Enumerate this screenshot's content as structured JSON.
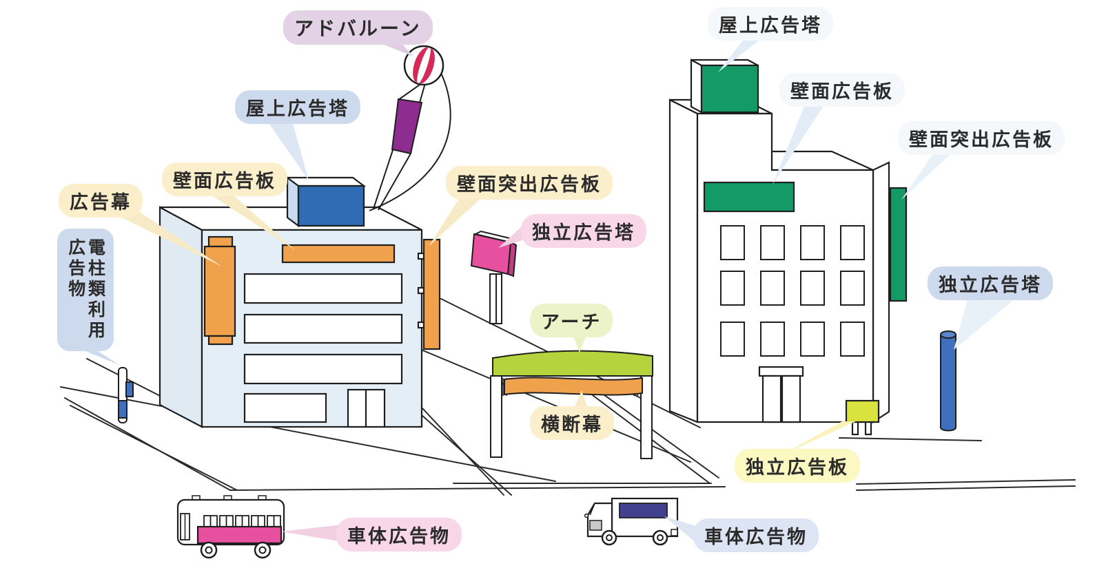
{
  "labels": {
    "ad_balloon": "アドバルーン",
    "rooftop_tower_left": "屋上広告塔",
    "wall_sign_left": "壁面広告板",
    "ad_curtain": "広告幕",
    "pole_ad_col1": "電柱類利用",
    "pole_ad_col2": "広告物",
    "projecting_sign_left": "壁面突出広告板",
    "standalone_tower_center": "独立広告塔",
    "arch": "アーチ",
    "crossing_banner": "横断幕",
    "vehicle_ad_bus": "車体広告物",
    "rooftop_tower_right": "屋上広告塔",
    "wall_sign_right": "壁面広告板",
    "projecting_sign_right": "壁面突出広告板",
    "standalone_tower_right": "独立広告塔",
    "standalone_board": "独立広告板",
    "vehicle_ad_truck": "車体広告物"
  },
  "colors": {
    "orange": "#f0a14c",
    "blue_sign": "#2f6cb3",
    "green_sign": "#149a66",
    "pink_sign": "#e7509e",
    "pink_sign_side": "#bc4084",
    "purple_banner": "#8d2d8f",
    "balloon_red": "#d42a55",
    "arch_green": "#b5d33c",
    "lime_board": "#d9e23e",
    "cylinder_blue": "#3e70bf",
    "truck_panel_navy": "#41418f",
    "bus_band_pink": "#e7509e",
    "building_left_face": "#e4eef6",
    "bubble_cream": "#fbeecb",
    "bubble_blue": "#cdd9ec",
    "bubble_pink": "#f8d7e8",
    "bubble_lavender": "#e3d2e6",
    "bubble_lime": "#edf3c8",
    "bubble_yellow": "#fbf8c2",
    "bubble_white": "#f4f8fb",
    "bubble_bluelight": "#dde4f3",
    "outline": "#1e1e1e"
  }
}
